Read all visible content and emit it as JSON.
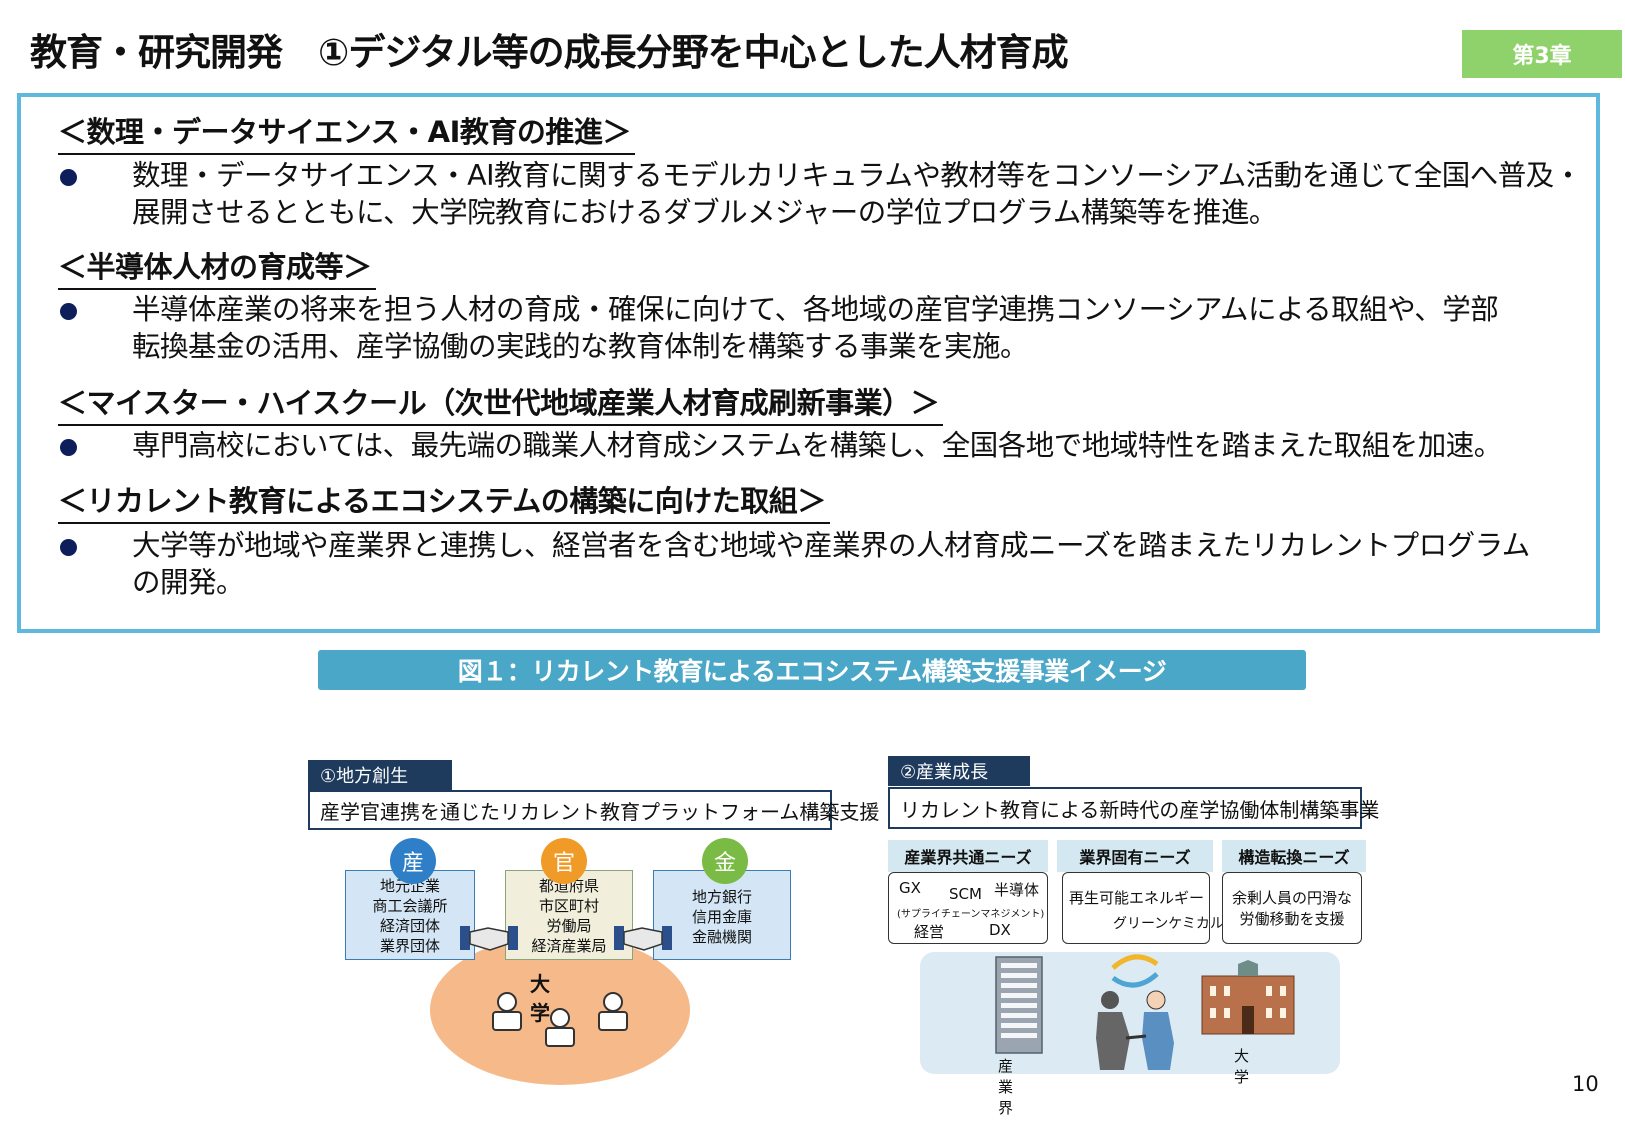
{
  "header": {
    "title": "教育・研究開発　①デジタル等の成長分野を中心とした人材育成",
    "chapter": "第3章"
  },
  "sections": [
    {
      "heading": "＜数理・データサイエンス・AI教育の推進＞",
      "bullets": [
        [
          "数理・データサイエンス・AI教育に関するモデルカリキュラムや教材等をコンソーシアム活動を通じて全国へ普及・",
          "展開させるとともに、大学院教育におけるダブルメジャーの学位プログラム構築等を推進。"
        ]
      ]
    },
    {
      "heading": "＜半導体人材の育成等＞",
      "bullets": [
        [
          "半導体産業の将来を担う人材の育成・確保に向けて、各地域の産官学連携コンソーシアムによる取組や、学部",
          "転換基金の活用、産学協働の実践的な教育体制を構築する事業を実施。"
        ]
      ]
    },
    {
      "heading": "＜マイスター・ハイスクール（次世代地域産業人材育成刷新事業）＞",
      "bullets": [
        [
          "専門高校においては、最先端の職業人材育成システムを構築し、全国各地で地域特性を踏まえた取組を加速。"
        ]
      ]
    },
    {
      "heading": "＜リカレント教育によるエコシステムの構築に向けた取組＞",
      "bullets": [
        [
          "大学等が地域や産業界と連携し、経営者を含む地域や産業界の人材育成ニーズを踏まえたリカレントプログラム",
          "の開発。"
        ]
      ]
    }
  ],
  "figure": {
    "caption": "図１：リカレント教育によるエコシステム構築支援事業イメージ",
    "left": {
      "tab": "①地方創生",
      "title": "産学官連携を通じたリカレント教育プラットフォーム構築支援",
      "circles": [
        {
          "label": "産",
          "color": "#2f7fc8"
        },
        {
          "label": "官",
          "color": "#f09a27"
        },
        {
          "label": "金",
          "color": "#79bb45"
        }
      ],
      "orgs": [
        [
          "地元企業",
          "商工会議所",
          "経済団体",
          "業界団体"
        ],
        [
          "都道府県",
          "市区町村",
          "労働局",
          "経済産業局"
        ],
        [
          "地方銀行",
          "信用金庫",
          "金融機関"
        ]
      ],
      "university": "大学"
    },
    "right": {
      "tab": "②産業成長",
      "title": "リカレント教育による新時代の産学協働体制構築事業",
      "needs": [
        {
          "head": "産業界共通ニーズ",
          "items": [
            "GX",
            "SCM",
            "半導体",
            "(サプライチェーンマネジメント)",
            "経営",
            "DX"
          ]
        },
        {
          "head": "業界固有ニーズ",
          "items": [
            "再生可能エネルギー",
            "グリーンケミカル"
          ]
        },
        {
          "head": "構造転換ニーズ",
          "items": [
            "余剰人員の円滑な",
            "労働移動を支援"
          ]
        }
      ],
      "industry_label": "産業界",
      "university_label": "大学"
    }
  },
  "page_number": "10"
}
